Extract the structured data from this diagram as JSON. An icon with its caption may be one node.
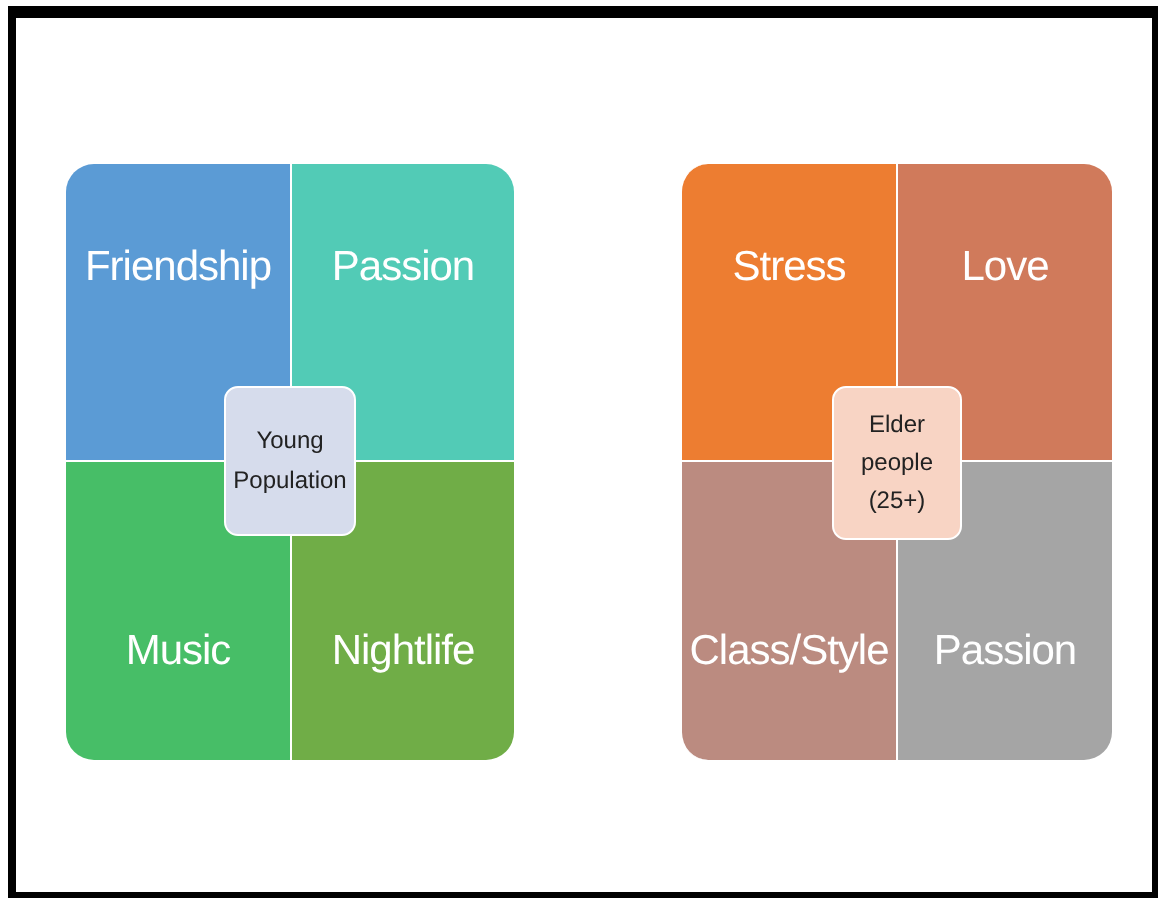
{
  "diagram": {
    "nodes": [
      {
        "text": [
          "Friendship"
        ]
      },
      {
        "text": [
          "Passion"
        ]
      },
      {
        "text": [
          "Music"
        ]
      },
      {
        "text": [
          "Nightlife"
        ]
      },
      {
        "text": [
          "Young Population"
        ]
      },
      {
        "text": [
          "Stress"
        ]
      },
      {
        "text": [
          "Love"
        ]
      },
      {
        "text": [
          "Class/Style"
        ]
      },
      {
        "text": [
          "Passion"
        ]
      },
      {
        "text": [
          "Elder people (25+)"
        ]
      }
    ]
  }
}
